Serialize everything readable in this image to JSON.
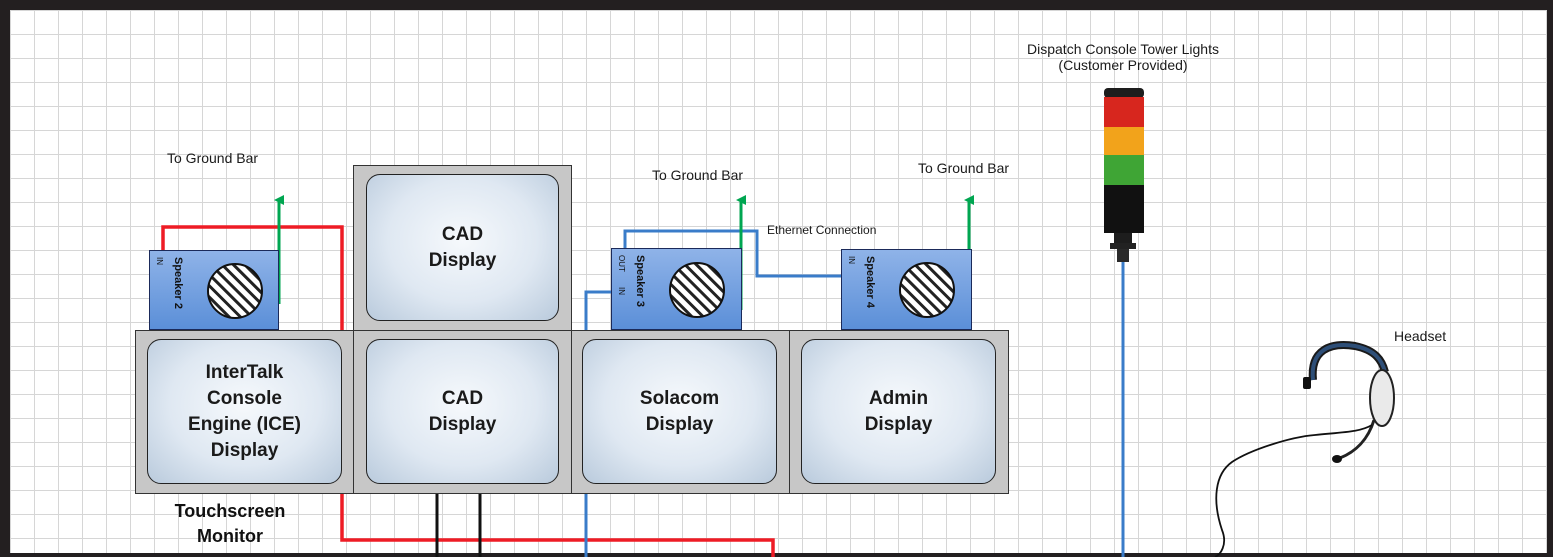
{
  "labels": {
    "ground_bar_1": "To Ground Bar",
    "ground_bar_2": "To Ground Bar",
    "ground_bar_3": "To Ground Bar",
    "ethernet": "Ethernet Connection",
    "tower_lights_line1": "Dispatch Console Tower Lights",
    "tower_lights_line2": "(Customer Provided)",
    "headset": "Headset",
    "touchscreen_line1": "Touchscreen",
    "touchscreen_line2": "Monitor"
  },
  "displays": {
    "cad_top": "CAD\nDisplay",
    "intertalk": "InterTalk\nConsole\nEngine (ICE)\nDisplay",
    "cad_bottom": "CAD\nDisplay",
    "solacom": "Solacom\nDisplay",
    "admin": "Admin\nDisplay"
  },
  "speakers": {
    "speaker2": {
      "name": "Speaker 2",
      "port_in": "IN"
    },
    "speaker3": {
      "name": "Speaker 3",
      "port_out": "OUT",
      "port_in": "IN"
    },
    "speaker4": {
      "name": "Speaker 4",
      "port_in": "IN"
    }
  },
  "colors": {
    "power_wire": "#ee1c25",
    "ground_wire": "#00a651",
    "ethernet_wire": "#3a7cc9",
    "tower_pole_wire": "#3a7cc9",
    "speaker_fill": "#6b9be0",
    "tower_red": "#d7261e",
    "tower_amber": "#f2a31b",
    "tower_green": "#3fa535"
  }
}
